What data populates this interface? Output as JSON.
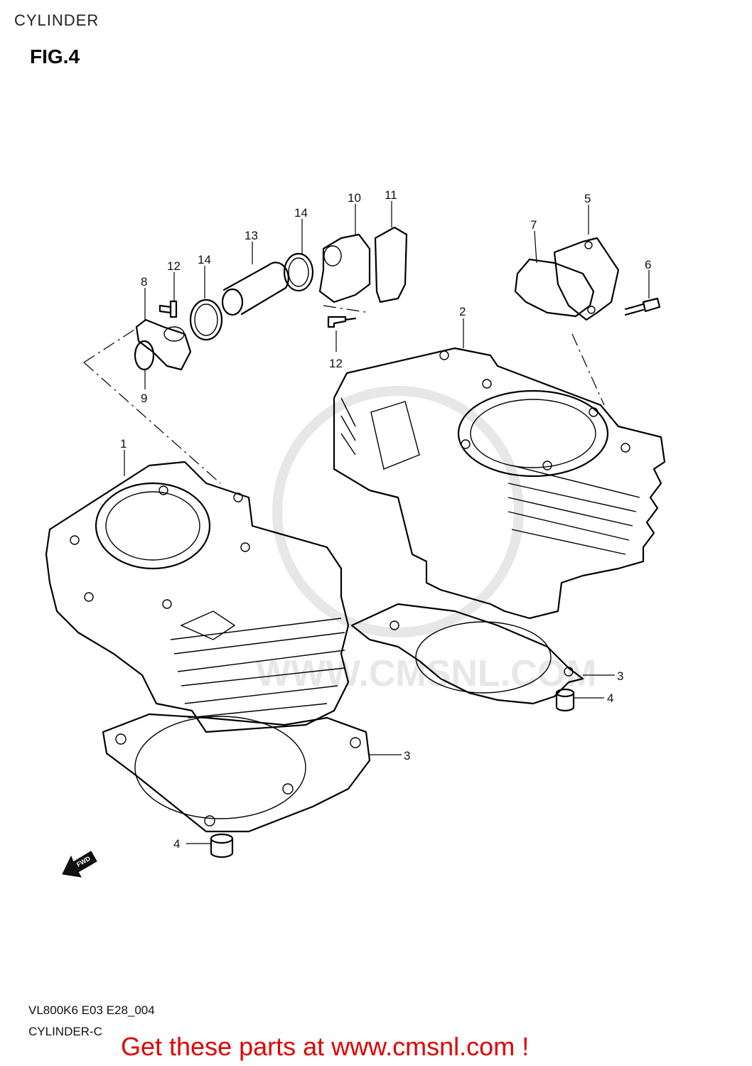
{
  "header": {
    "title": "CYLINDER"
  },
  "figure": {
    "label": "FIG.4"
  },
  "callouts": {
    "c1": "1",
    "c2": "2",
    "c3a": "3",
    "c3b": "3",
    "c4a": "4",
    "c4b": "4",
    "c5": "5",
    "c6": "6",
    "c7": "7",
    "c8": "8",
    "c9": "9",
    "c10": "10",
    "c11": "11",
    "c12a": "12",
    "c12b": "12",
    "c13": "13",
    "c14a": "14",
    "c14b": "14"
  },
  "arrow": {
    "label": "FWD"
  },
  "watermark": {
    "text": "WWW.CMSNL.COM"
  },
  "footer": {
    "model_code": "VL800K6 E03 E28_004",
    "diagram_name": "CYLINDER-C",
    "cta": "Get these parts at www.cmsnl.com !"
  },
  "colors": {
    "cta": "#e00000",
    "line": "#000000",
    "watermark": "#d8d8d8"
  }
}
